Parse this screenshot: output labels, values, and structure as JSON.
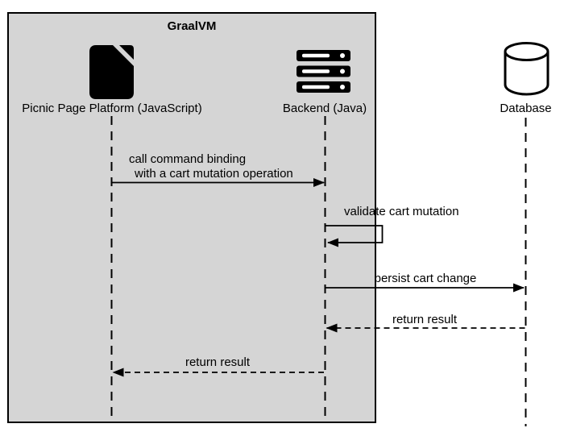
{
  "diagram": {
    "type": "sequence-diagram",
    "container": {
      "title": "GraalVM"
    },
    "participants": [
      {
        "id": "picnic",
        "label": "Picnic Page Platform (JavaScript)",
        "icon": "document-icon",
        "inside_container": true
      },
      {
        "id": "backend",
        "label": "Backend (Java)",
        "icon": "server-icon",
        "inside_container": true
      },
      {
        "id": "database",
        "label": "Database",
        "icon": "database-icon",
        "inside_container": false
      }
    ],
    "messages": [
      {
        "from": "picnic",
        "to": "backend",
        "style": "solid",
        "lines": [
          "call command binding",
          "with a cart mutation operation"
        ]
      },
      {
        "from": "backend",
        "to": "backend",
        "style": "self-solid",
        "lines": [
          "validate cart mutation"
        ]
      },
      {
        "from": "backend",
        "to": "database",
        "style": "solid",
        "lines": [
          "persist cart change"
        ]
      },
      {
        "from": "database",
        "to": "backend",
        "style": "dashed",
        "lines": [
          "return result"
        ]
      },
      {
        "from": "backend",
        "to": "picnic",
        "style": "dashed",
        "lines": [
          "return result"
        ]
      }
    ],
    "colors": {
      "container_fill": "#d5d5d5",
      "container_border": "#000000",
      "line": "#000000",
      "text": "#000000",
      "background": "#ffffff"
    }
  }
}
